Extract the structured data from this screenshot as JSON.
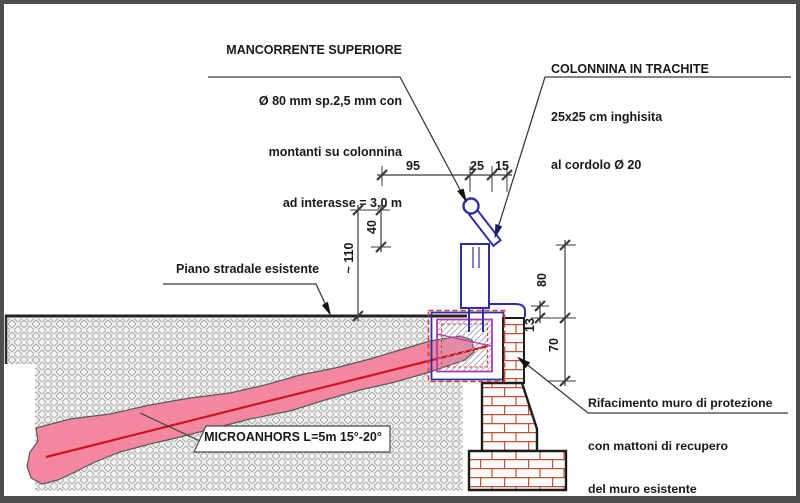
{
  "frame": {
    "background": "#ffffff",
    "border_color": "#4f4f4f"
  },
  "callouts": {
    "mancorrente": {
      "lines": [
        "MANCORRENTE SUPERIORE",
        "Ø 80 mm sp.2,5 mm con",
        "montanti su colonnina",
        "ad interasse = 3,0 m"
      ]
    },
    "colonnina": {
      "lines": [
        "COLONNINA IN TRACHITE",
        "25x25 cm inghisita",
        "al cordolo Ø 20"
      ]
    },
    "rifacimento": {
      "lines": [
        "Rifacimento muro di protezione",
        "con mattoni di recupero",
        "del muro esistente"
      ]
    },
    "piano_stradale": "Piano stradale esistente",
    "microanchors": "MICROANHORS L=5m 15°-20°"
  },
  "dimensions": {
    "top_95": "95",
    "top_25": "25",
    "top_15": "15",
    "height_rail": "~ 110",
    "height_40": "40",
    "height_80": "80",
    "step_13": "13",
    "height_70": "70"
  },
  "colors": {
    "railing_blue": "#2b2fa8",
    "new_work_red": "#e23b2e",
    "reinforcement_magenta": "#b23ab0",
    "anchor_pink": "#f2879f",
    "anchor_centerline": "#cf1420",
    "brick_mortar": "#c05330",
    "drawing_line": "#3b3b3b"
  }
}
